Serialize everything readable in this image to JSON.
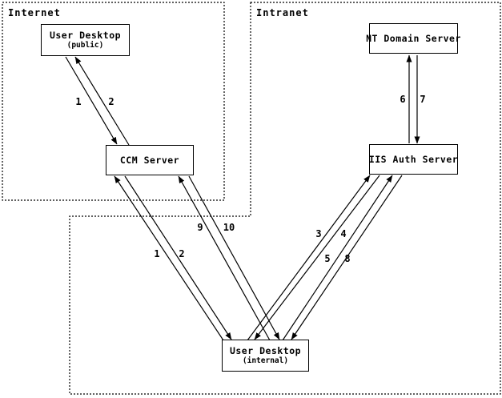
{
  "regions": {
    "internet": {
      "label": "Internet"
    },
    "intranet": {
      "label": "Intranet"
    }
  },
  "nodes": {
    "user_desktop_public": {
      "title": "User Desktop",
      "subtitle": "(public)"
    },
    "ccm_server": {
      "title": "CCM Server"
    },
    "nt_domain_server": {
      "title": "NT Domain Server"
    },
    "iis_auth_server": {
      "title": "IIS Auth Server"
    },
    "user_desktop_internal": {
      "title": "User Desktop",
      "subtitle": "(internal)"
    }
  },
  "edges": [
    {
      "label": "1",
      "from": "User Desktop (public)",
      "to": "CCM Server"
    },
    {
      "label": "2",
      "from": "CCM Server",
      "to": "User Desktop (public)"
    },
    {
      "label": "1",
      "from": "User Desktop (internal)",
      "to": "CCM Server"
    },
    {
      "label": "2",
      "from": "CCM Server",
      "to": "User Desktop (internal)"
    },
    {
      "label": "9",
      "from": "User Desktop (internal)",
      "to": "CCM Server"
    },
    {
      "label": "10",
      "from": "CCM Server",
      "to": "User Desktop (internal)"
    },
    {
      "label": "3",
      "from": "User Desktop (internal)",
      "to": "IIS Auth Server"
    },
    {
      "label": "4",
      "from": "IIS Auth Server",
      "to": "User Desktop (internal)"
    },
    {
      "label": "5",
      "from": "User Desktop (internal)",
      "to": "IIS Auth Server"
    },
    {
      "label": "8",
      "from": "IIS Auth Server",
      "to": "User Desktop (internal)"
    },
    {
      "label": "6",
      "from": "IIS Auth Server",
      "to": "NT Domain Server"
    },
    {
      "label": "7",
      "from": "NT Domain Server",
      "to": "IIS Auth Server"
    }
  ],
  "colors": {
    "line": "#000000",
    "background": "#ffffff"
  }
}
